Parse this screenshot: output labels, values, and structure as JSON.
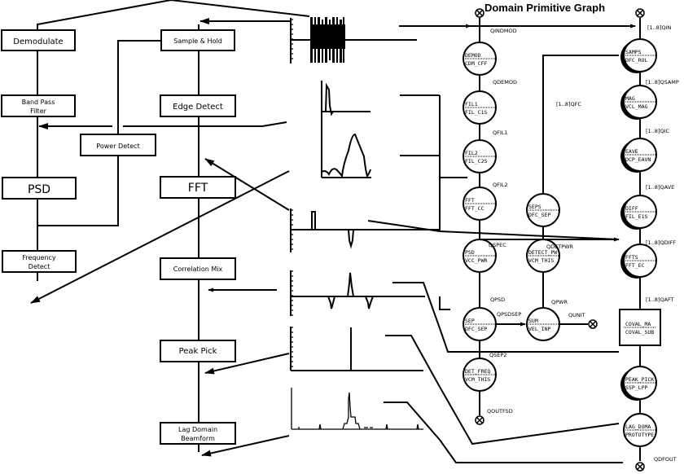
{
  "title": "Domain Primitive Graph",
  "colors": {
    "stroke": "#000000",
    "background": "#ffffff"
  },
  "left_blocks": [
    {
      "id": "demodulate",
      "label": "Demodulate"
    },
    {
      "id": "band-pass-filter",
      "label": "Band Pass",
      "label2": "Filter"
    },
    {
      "id": "power-detect",
      "label": "Power Detect"
    },
    {
      "id": "psd",
      "label": "PSD"
    },
    {
      "id": "frequency-detect",
      "label": "Frequency",
      "label2": "Detect"
    },
    {
      "id": "sample-hold",
      "label": "Sample & Hold"
    },
    {
      "id": "edge-detect",
      "label": "Edge Detect"
    },
    {
      "id": "fft",
      "label": "FFT"
    },
    {
      "id": "correlation-mix",
      "label": "Correlation Mix"
    },
    {
      "id": "peak-pick",
      "label": "Peak Pick"
    },
    {
      "id": "lag-domain-beamform",
      "label": "Lag Domain",
      "label2": "Beamform"
    }
  ],
  "nodes": [
    {
      "id": "demod",
      "top": "DEMOD",
      "bottom": "CDM_CFF",
      "style": "plain"
    },
    {
      "id": "fil1",
      "top": "FIL1",
      "bottom": "FIL_C1S",
      "style": "plain"
    },
    {
      "id": "fil2",
      "top": "FIL2",
      "bottom": "FIL_C2S",
      "style": "plain"
    },
    {
      "id": "fft",
      "top": "FFT",
      "bottom": "FFT_CC",
      "style": "plain"
    },
    {
      "id": "seps",
      "top": "SEPS",
      "bottom": "DFC_SEP",
      "style": "plain"
    },
    {
      "id": "psd",
      "top": "PSD",
      "bottom": "VCC_PWR",
      "style": "plain"
    },
    {
      "id": "detect-pw",
      "top": "DETECT_PW",
      "bottom": "VCM_THIS",
      "style": "plain"
    },
    {
      "id": "sep",
      "top": "SEP",
      "bottom": "DFC_SEP",
      "style": "plain"
    },
    {
      "id": "sum",
      "top": "SUM",
      "bottom": "VEL_INP",
      "style": "plain"
    },
    {
      "id": "det-freq",
      "top": "DET_FREQ",
      "bottom": "VCM_THIS",
      "style": "plain"
    },
    {
      "id": "samps",
      "top": "SAMPS",
      "bottom": "DFC_ROL",
      "style": "shadow"
    },
    {
      "id": "mag",
      "top": "MAG",
      "bottom": "VCL_MAG",
      "style": "shadow"
    },
    {
      "id": "eave",
      "top": "EAVE",
      "bottom": "DCP_EAVN",
      "style": "shadow"
    },
    {
      "id": "diff",
      "top": "DIFF",
      "bottom": "FIL_E1S",
      "style": "shadow"
    },
    {
      "id": "ffts",
      "top": "FFTS",
      "bottom": "FFT_EC",
      "style": "shadow"
    },
    {
      "id": "covar",
      "top": "COVAL_MA",
      "bottom": "COVAL_SUB",
      "style": "box"
    },
    {
      "id": "peak-pick",
      "top": "PEAK_PICK",
      "bottom": "SSP_LPP",
      "style": "shadow"
    },
    {
      "id": "lag-doma",
      "top": "LAG_DOMA",
      "bottom": "PROTOTYPE",
      "style": "plain"
    }
  ],
  "queues": {
    "qindmod": "QINDMOD",
    "qdemod": "QDEMOD",
    "qfil1": "QFIL1",
    "qfil2": "QFIL2",
    "qfc": "[1..8]QFC",
    "qspec": "QSPEC",
    "qdetpwr": "QDETPWR",
    "qpsd": "QPSD",
    "qpwr": "QPWR",
    "qpsdsep": "QPSDSEP",
    "qunit": "QUNIT",
    "qsep2": "QSEP2",
    "qoutfsd": "QOUTFSD",
    "qin": "[1..8]QIN",
    "qsamp": "[1..8]QSAMP",
    "qic": "[1..8]QIC",
    "qave": "[1..8]QAVE",
    "qdiff": "[1..8]QDIFF",
    "qaft": "[1..8]QAFT",
    "qdfout": "QDFOUT"
  }
}
